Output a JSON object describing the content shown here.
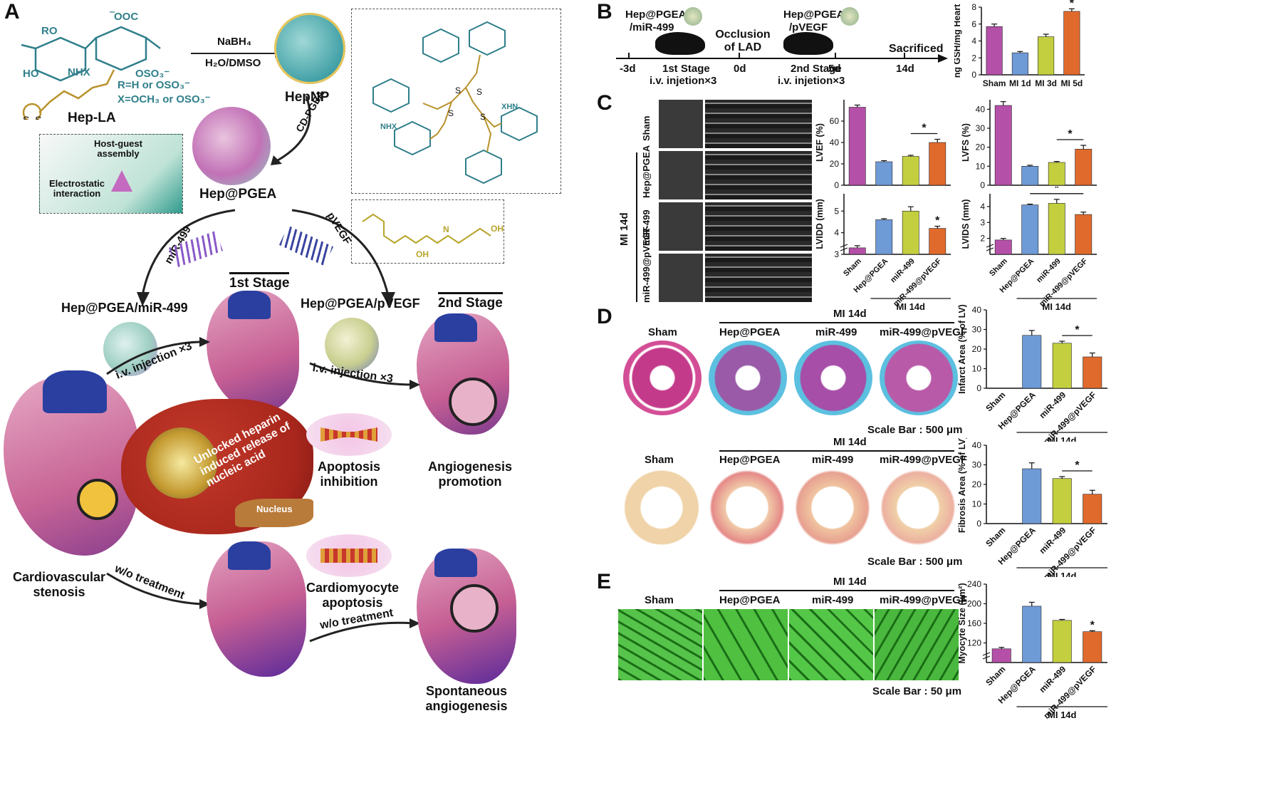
{
  "panels": {
    "a": "A",
    "b": "B",
    "c": "C",
    "d": "D",
    "e": "E"
  },
  "panelA": {
    "hep_la": "Hep-LA",
    "r_def": "R=H or OSO₃⁻",
    "x_def": "X=OCH₃ or OSO₃⁻",
    "reagent1": "NaBH₄",
    "solvent": "H₂O/DMSO",
    "hepnp": "HepNP",
    "cdpgea": "CD-PGEA",
    "host_guest": "Host-guest assembly",
    "electrostatic": "Electrostatic interaction",
    "hep_pgea": "Hep@PGEA",
    "mir499": "miR-499",
    "pvegf": "pVEGF",
    "stage1": "1st Stage",
    "stage2": "2nd Stage",
    "np_mir": "Hep@PGEA/miR-499",
    "np_pvegf": "Hep@PGEA/pVEGF",
    "iv1": "i.v. injection ×3",
    "iv2": "i.v. injection ×3",
    "unlocked": "Unlocked heparin induced release of nucleic acid",
    "nucleus": "Nucleus",
    "apop_inh1": "Apoptosis",
    "apop_inh2": "inhibition",
    "angio1": "Angiogenesis",
    "angio2": "promotion",
    "cardio1": "Cardiovascular",
    "cardio2": "stenosis",
    "wo1": "w/o treatment",
    "wo2": "w/o treatment",
    "cm_apop1": "Cardiomyocyte",
    "cm_apop2": "apoptosis",
    "spont1": "Spontaneous",
    "spont2": "angiogenesis"
  },
  "panelB": {
    "np1a": "Hep@PGEA",
    "np1b": "/miR-499",
    "np2a": "Hep@PGEA",
    "np2b": "/pVEGF",
    "occ1": "Occlusion",
    "occ2": "of LAD",
    "stage1a": "1st Stage",
    "stage1b": "i.v. injetion×3",
    "stage2a": "2nd Stage",
    "stage2b": "i.v. injetion×3",
    "sacrificed": "Sacrificed",
    "ticks": [
      "-3d",
      "0d",
      "5d",
      "14d"
    ]
  },
  "panelC": {
    "rows": [
      "Sham",
      "Hep@PGEA",
      "miR-499",
      "miR-499@pVEGF"
    ],
    "mi_label": "MI 14d"
  },
  "panelD": {
    "cols": [
      "Sham",
      "Hep@PGEA",
      "miR-499",
      "miR-499@pVEGF"
    ],
    "mi_label": "MI 14d",
    "scale1": "Scale Bar : 500 μm",
    "scale2": "Scale Bar : 500 μm"
  },
  "panelE": {
    "cols": [
      "Sham",
      "Hep@PGEA",
      "miR-499",
      "miR-499@pVEGF"
    ],
    "mi_label": "MI 14d",
    "scale": "Scale Bar : 50 μm"
  },
  "colors": {
    "sham": "#b450a8",
    "hep": "#6e9ad6",
    "mir": "#c3cf3e",
    "vegf": "#e06a2c"
  },
  "chart_data": [
    {
      "id": "gsh",
      "type": "bar",
      "categories": [
        "Sham",
        "MI 1d",
        "MI 3d",
        "MI 5d"
      ],
      "values": [
        5.7,
        2.6,
        4.5,
        7.5
      ],
      "errors": [
        0.3,
        0.15,
        0.3,
        0.3
      ],
      "ylabel": "ng GSH/mg Heart",
      "ylim": [
        0,
        8
      ],
      "yticks": [
        0,
        2,
        4,
        6,
        8
      ],
      "sig": [
        3
      ]
    },
    {
      "id": "lvef",
      "type": "bar",
      "categories": [
        "Sham",
        "Hep@PGEA",
        "miR-499",
        "miR-499@pVEGF"
      ],
      "values": [
        73,
        22,
        27,
        40
      ],
      "errors": [
        2,
        1,
        1,
        3
      ],
      "ylabel": "LVEF (%)",
      "ylim": [
        0,
        80
      ],
      "yticks": [
        0,
        20,
        40,
        60
      ],
      "sig_bracket": [
        2,
        3
      ]
    },
    {
      "id": "lvfs",
      "type": "bar",
      "categories": [
        "Sham",
        "Hep@PGEA",
        "miR-499",
        "miR-499@pVEGF"
      ],
      "values": [
        42,
        10,
        12,
        19
      ],
      "errors": [
        2,
        0.5,
        0.5,
        2
      ],
      "ylabel": "LVFS (%)",
      "ylim": [
        0,
        45
      ],
      "yticks": [
        0,
        10,
        20,
        30,
        40
      ],
      "sig_bracket": [
        2,
        3
      ]
    },
    {
      "id": "lvidd",
      "type": "bar",
      "categories": [
        "Sham",
        "Hep@PGEA",
        "miR-499",
        "miR-499@pVEGF"
      ],
      "values": [
        3.3,
        4.6,
        5.0,
        4.2
      ],
      "errors": [
        0.1,
        0.05,
        0.2,
        0.1
      ],
      "ylabel": "LVIDD (mm)",
      "ylim": [
        3,
        5.8
      ],
      "yticks": [
        3,
        4,
        5
      ],
      "break": true,
      "sig": [
        3
      ],
      "xlabel": "MI 14d"
    },
    {
      "id": "lvids",
      "type": "bar",
      "categories": [
        "Sham",
        "Hep@PGEA",
        "miR-499",
        "miR-499@pVEGF"
      ],
      "values": [
        1.9,
        4.1,
        4.2,
        3.5
      ],
      "errors": [
        0.1,
        0.05,
        0.25,
        0.15
      ],
      "ylabel": "LVIDS (mm)",
      "ylim": [
        1,
        4.8
      ],
      "yticks": [
        2,
        3,
        4
      ],
      "break": true,
      "sig_bracket": [
        1,
        3
      ],
      "xlabel": "MI 14d"
    },
    {
      "id": "infarct",
      "type": "bar",
      "categories": [
        "Sham",
        "Hep@PGEA",
        "miR-499",
        "miR-499@pVEGF"
      ],
      "values": [
        0,
        27,
        23,
        16
      ],
      "errors": [
        0,
        2.5,
        1,
        2
      ],
      "ylabel": "Infarct Area (% of LV)",
      "ylim": [
        0,
        40
      ],
      "yticks": [
        0,
        10,
        20,
        30,
        40
      ],
      "sig_bracket": [
        2,
        3
      ],
      "xlabel": "MI 14d"
    },
    {
      "id": "fibrosis",
      "type": "bar",
      "categories": [
        "Sham",
        "Hep@PGEA",
        "miR-499",
        "miR-499@pVEGF"
      ],
      "values": [
        0,
        28,
        23,
        15
      ],
      "errors": [
        0,
        3,
        1,
        2
      ],
      "ylabel": "Fibrosis Area (% of LV)",
      "ylim": [
        0,
        40
      ],
      "yticks": [
        0,
        10,
        20,
        30,
        40
      ],
      "sig_bracket": [
        2,
        3
      ],
      "xlabel": "MI 14d"
    },
    {
      "id": "myocyte",
      "type": "bar",
      "categories": [
        "Sham",
        "Hep@PGEA",
        "miR-499",
        "miR-499@pVEGF"
      ],
      "values": [
        108,
        195,
        166,
        143
      ],
      "errors": [
        3,
        8,
        2,
        2
      ],
      "ylabel": "Myocyte Size (μm²)",
      "ylim": [
        80,
        240
      ],
      "yticks": [
        120,
        160,
        200,
        240
      ],
      "break": true,
      "sig": [
        3
      ],
      "xlabel": "MI 14d"
    }
  ]
}
